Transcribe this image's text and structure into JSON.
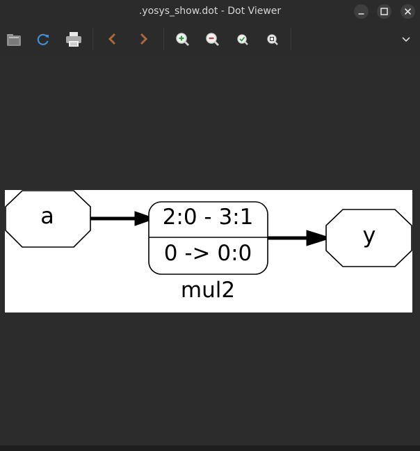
{
  "window": {
    "title": ".yosys_show.dot - Dot Viewer"
  },
  "window_controls": [
    {
      "name": "minimize",
      "icon": "minimize-icon"
    },
    {
      "name": "maximize",
      "icon": "maximize-icon"
    },
    {
      "name": "close",
      "icon": "close-icon"
    }
  ],
  "toolbar": {
    "buttons": [
      {
        "name": "open",
        "icon": "folder-icon"
      },
      {
        "name": "reload",
        "icon": "reload-icon"
      },
      {
        "name": "print",
        "icon": "printer-icon"
      },
      {
        "name": "back",
        "icon": "chevron-left-icon"
      },
      {
        "name": "forward",
        "icon": "chevron-right-icon"
      },
      {
        "name": "zoom-in",
        "icon": "zoom-in-icon"
      },
      {
        "name": "zoom-out",
        "icon": "zoom-out-icon"
      },
      {
        "name": "zoom-fit",
        "icon": "zoom-fit-icon"
      },
      {
        "name": "zoom-100",
        "icon": "zoom-100-icon"
      },
      {
        "name": "menu",
        "icon": "chevron-down-icon"
      }
    ],
    "colors": {
      "reload": "#3d8fd6",
      "nav": "#a86a3a",
      "zoom_in": "#2e9e3e",
      "zoom_out": "#d23b3b"
    }
  },
  "graph": {
    "input_node": {
      "label": "a"
    },
    "cell": {
      "top_label": "2:0 - 3:1",
      "bottom_label": "0 -> 0:0",
      "name": "mul2"
    },
    "output_node": {
      "label": "y"
    }
  }
}
